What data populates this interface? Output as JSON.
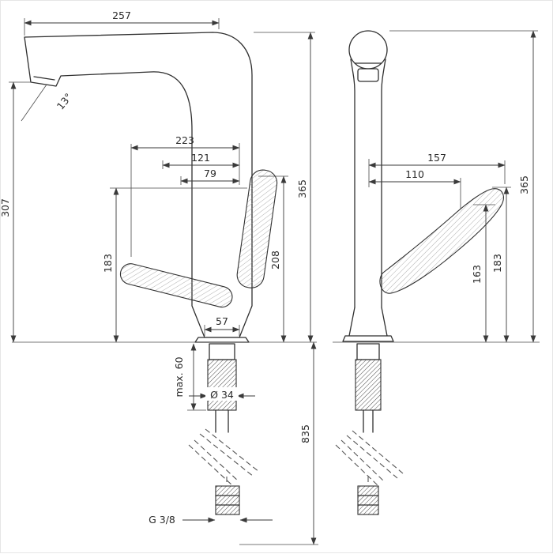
{
  "side": {
    "reach": "257",
    "angle": "13°",
    "dim223": "223",
    "dim121": "121",
    "dim79": "79",
    "height": "365",
    "spout_height": "307",
    "handle_height": "183",
    "dim208": "208",
    "base_width": "57",
    "diameter": "Ø 34",
    "max_counter": "max. 60",
    "hose_length": "835",
    "thread": "G 3/8"
  },
  "front": {
    "dim157": "157",
    "dim110": "110",
    "height": "365",
    "dim163": "163",
    "handle_height": "183"
  }
}
